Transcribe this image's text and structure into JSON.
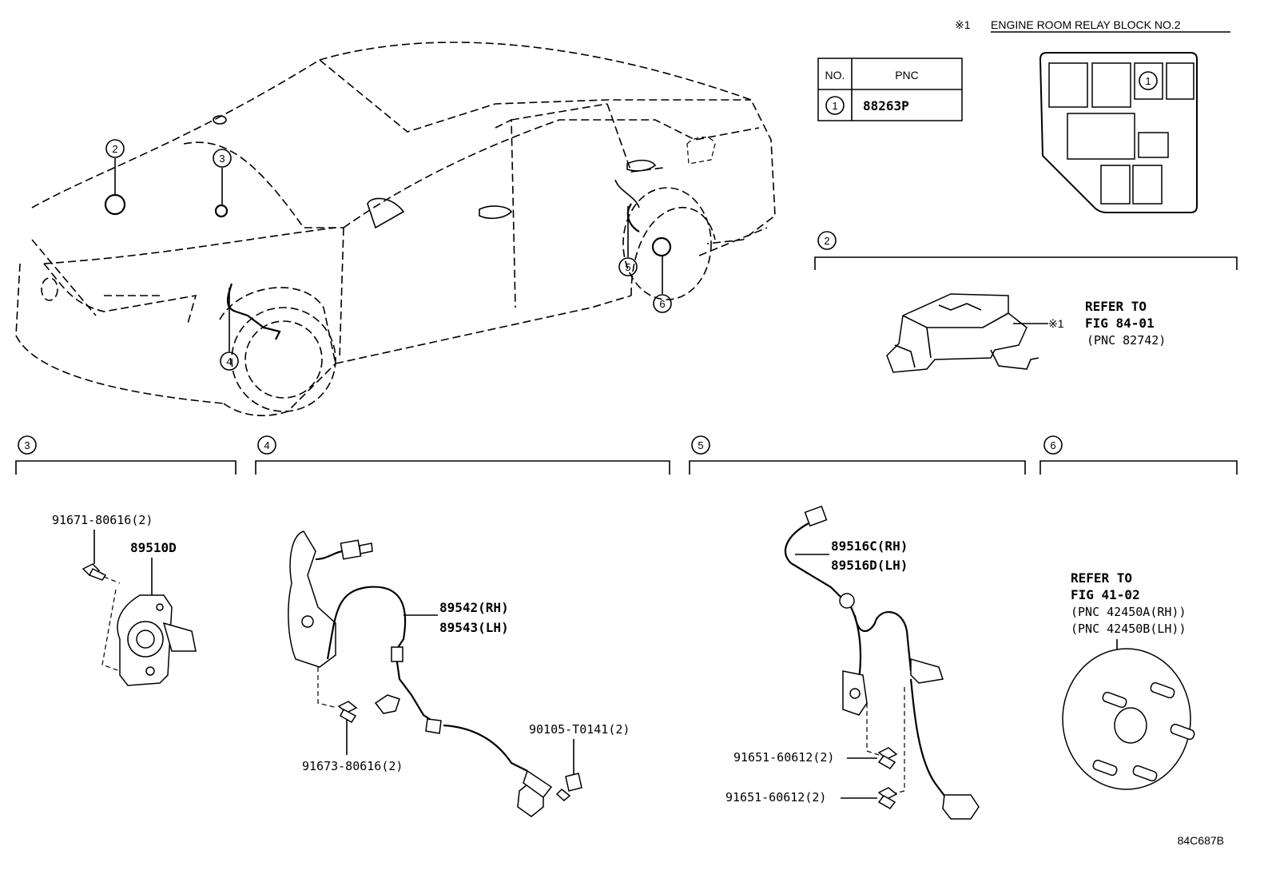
{
  "header": {
    "relay_mark": "※1",
    "relay_title": "ENGINE ROOM RELAY BLOCK NO.2"
  },
  "pnc_table": {
    "col_no": "NO.",
    "col_pnc": "PNC",
    "rows": [
      {
        "no": "1",
        "pnc": "88263P"
      }
    ]
  },
  "relay_block_callout": "1",
  "car_callouts": [
    "2",
    "3",
    "4",
    "5",
    "6"
  ],
  "sections": {
    "s2": {
      "no": "2",
      "mark": "※1",
      "refer": [
        "REFER TO",
        "FIG 84-01",
        "(PNC 82742)"
      ]
    },
    "s3": {
      "no": "3",
      "labels": [
        "91671-80616(2)",
        "89510D"
      ]
    },
    "s4": {
      "no": "4",
      "labels": [
        "89542(RH)",
        "89543(LH)",
        "90105-T0141(2)",
        "91673-80616(2)"
      ]
    },
    "s5": {
      "no": "5",
      "labels": [
        "89516C(RH)",
        "89516D(LH)",
        "91651-60612(2)",
        "91651-60612(2)"
      ]
    },
    "s6": {
      "no": "6",
      "refer": [
        "REFER TO",
        "FIG 41-02",
        "(PNC 42450A(RH))",
        "(PNC 42450B(LH))"
      ]
    }
  },
  "figure_code": "84C687B"
}
